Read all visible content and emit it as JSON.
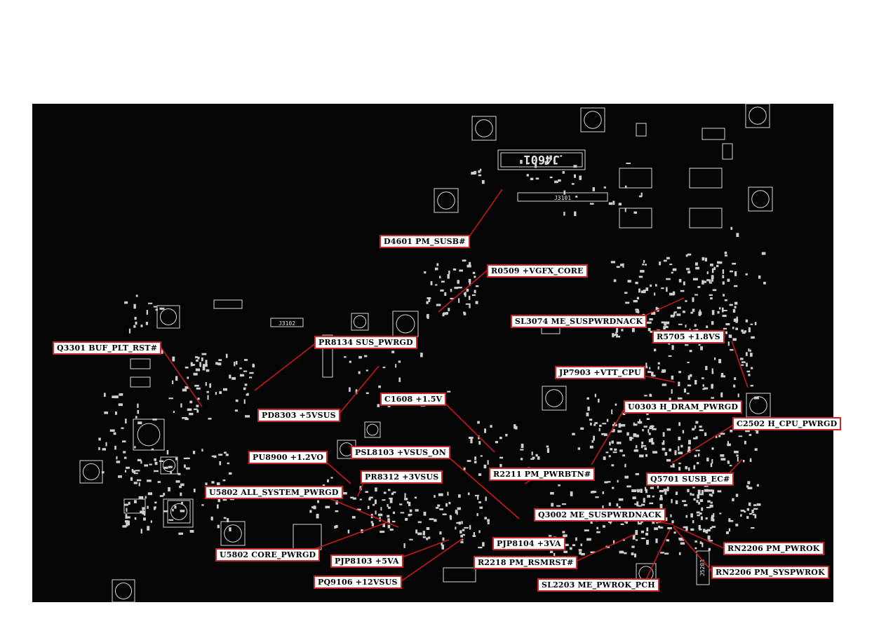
{
  "board": {
    "connectors": [
      {
        "name": "J4601",
        "text": "J4601"
      },
      {
        "name": "J3101",
        "text": "J3101"
      },
      {
        "name": "J3102",
        "text": "J3102"
      },
      {
        "name": "J5203",
        "text": "J5203"
      }
    ]
  },
  "labels": [
    {
      "id": "d4601",
      "text": "D4601 PM_SUSB#"
    },
    {
      "id": "r0509",
      "text": "R0509 +VGFX_CORE"
    },
    {
      "id": "sl3074",
      "text": "SL3074 ME_SUSPWRDNACK"
    },
    {
      "id": "q3301",
      "text": "Q3301 BUF_PLT_RST#"
    },
    {
      "id": "pr8134",
      "text": "PR8134 SUS_PWRGD"
    },
    {
      "id": "r5705",
      "text": "R5705 +1.8VS"
    },
    {
      "id": "jp7903",
      "text": "JP7903 +VTT_CPU"
    },
    {
      "id": "c1608",
      "text": "C1608 +1.5V"
    },
    {
      "id": "u0303",
      "text": "U0303 H_DRAM_PWRGD"
    },
    {
      "id": "pd8303",
      "text": "PD8303 +5VSUS"
    },
    {
      "id": "c2502",
      "text": "C2502 H_CPU_PWRGD"
    },
    {
      "id": "psl8103",
      "text": "PSL8103 +VSUS_ON"
    },
    {
      "id": "pu8900",
      "text": "PU8900 +1.2VO"
    },
    {
      "id": "r2211",
      "text": "R2211 PM_PWRBTN#"
    },
    {
      "id": "q5701",
      "text": "Q5701 SUSB_EC#"
    },
    {
      "id": "pr8312",
      "text": "PR8312 +3VSUS"
    },
    {
      "id": "u5802a",
      "text": "U5802 ALL_SYSTEM_PWRGD"
    },
    {
      "id": "q3002",
      "text": "Q3002 ME_SUSPWRDNACK"
    },
    {
      "id": "pjp8104",
      "text": "PJP8104 +3VA"
    },
    {
      "id": "rn2206a",
      "text": "RN2206 PM_PWROK"
    },
    {
      "id": "u5802b",
      "text": "U5802 CORE_PWRGD"
    },
    {
      "id": "pjp8103",
      "text": "PJP8103 +5VA"
    },
    {
      "id": "r2218",
      "text": "R2218 PM_RSMRST#"
    },
    {
      "id": "rn2206b",
      "text": "RN2206 PM_SYSPWROK"
    },
    {
      "id": "pq9106",
      "text": "PQ9106 +12VSUS"
    },
    {
      "id": "sl2203",
      "text": "SL2203 ME_PWROK_PCH"
    }
  ],
  "colors": {
    "board": "#050505",
    "silkscreen": "#d8d8d8",
    "leader": "#d01a1a",
    "label_border": "#c62828"
  }
}
